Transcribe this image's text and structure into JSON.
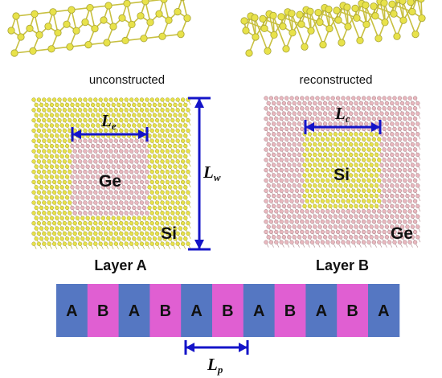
{
  "top_labels": {
    "left": "unconstructed",
    "right": "reconstructed"
  },
  "panel_a": {
    "caption": "Layer A",
    "core_material": "Ge",
    "shell_material": "Si",
    "core_length_symbol": "L",
    "core_length_subscript": "e",
    "width_symbol": "L",
    "width_subscript": "w"
  },
  "panel_b": {
    "caption": "Layer B",
    "core_material": "Si",
    "shell_material": "Ge",
    "core_length_symbol": "L",
    "core_length_subscript": "c"
  },
  "stack": {
    "layers": [
      "A",
      "B",
      "A",
      "B",
      "A",
      "B",
      "A",
      "B",
      "A",
      "B",
      "A"
    ],
    "period_symbol": "L",
    "period_subscript": "p"
  },
  "colors": {
    "si_atom": "#e8e24a",
    "ge_atom": "#e9b8bf",
    "arrow": "#1414c8",
    "layer_a": "#5577c2",
    "layer_b": "#e05fd2",
    "bond": "#c8c040"
  }
}
